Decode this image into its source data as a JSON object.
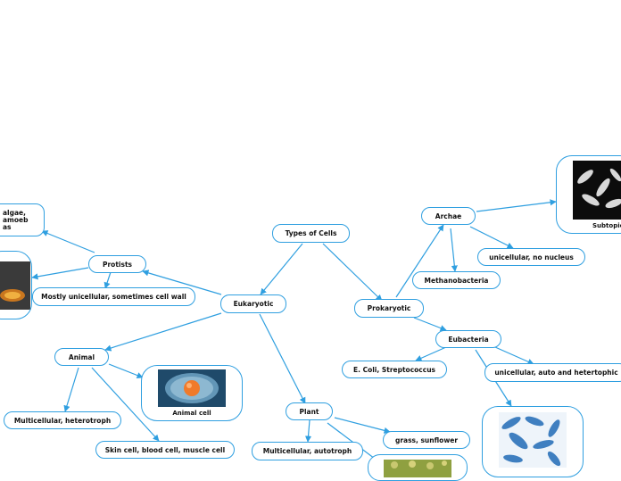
{
  "map": {
    "root": "Types of Cells",
    "eukaryotic": "Eukaryotic",
    "prokaryotic": "Prokaryotic",
    "protists": "Protists",
    "protists_note": "Mostly unicellular, sometimes cell wall",
    "protists_examples": "algae, amoebas",
    "animal": "Animal",
    "animal_multicellular": "Multicellular, heterotroph",
    "animal_examples": "Skin cell, blood cell, muscle cell",
    "animal_cell_caption": "Animal cell",
    "plant": "Plant",
    "plant_multicellular": "Multicellular, autotroph",
    "plant_examples": "grass, sunflower",
    "archae": "Archae",
    "archae_note": "unicellular, no nucleus",
    "methanobacteria": "Methanobacteria",
    "archae_caption": "Subtopic",
    "eubacteria": "Eubacteria",
    "eubacteria_examples": "E. Coli, Streptococcus",
    "eubacteria_note": "unicellular, auto and hetertophic"
  },
  "colors": {
    "line": "#2f9fe0",
    "text": "#111111",
    "background": "#ffffff"
  }
}
